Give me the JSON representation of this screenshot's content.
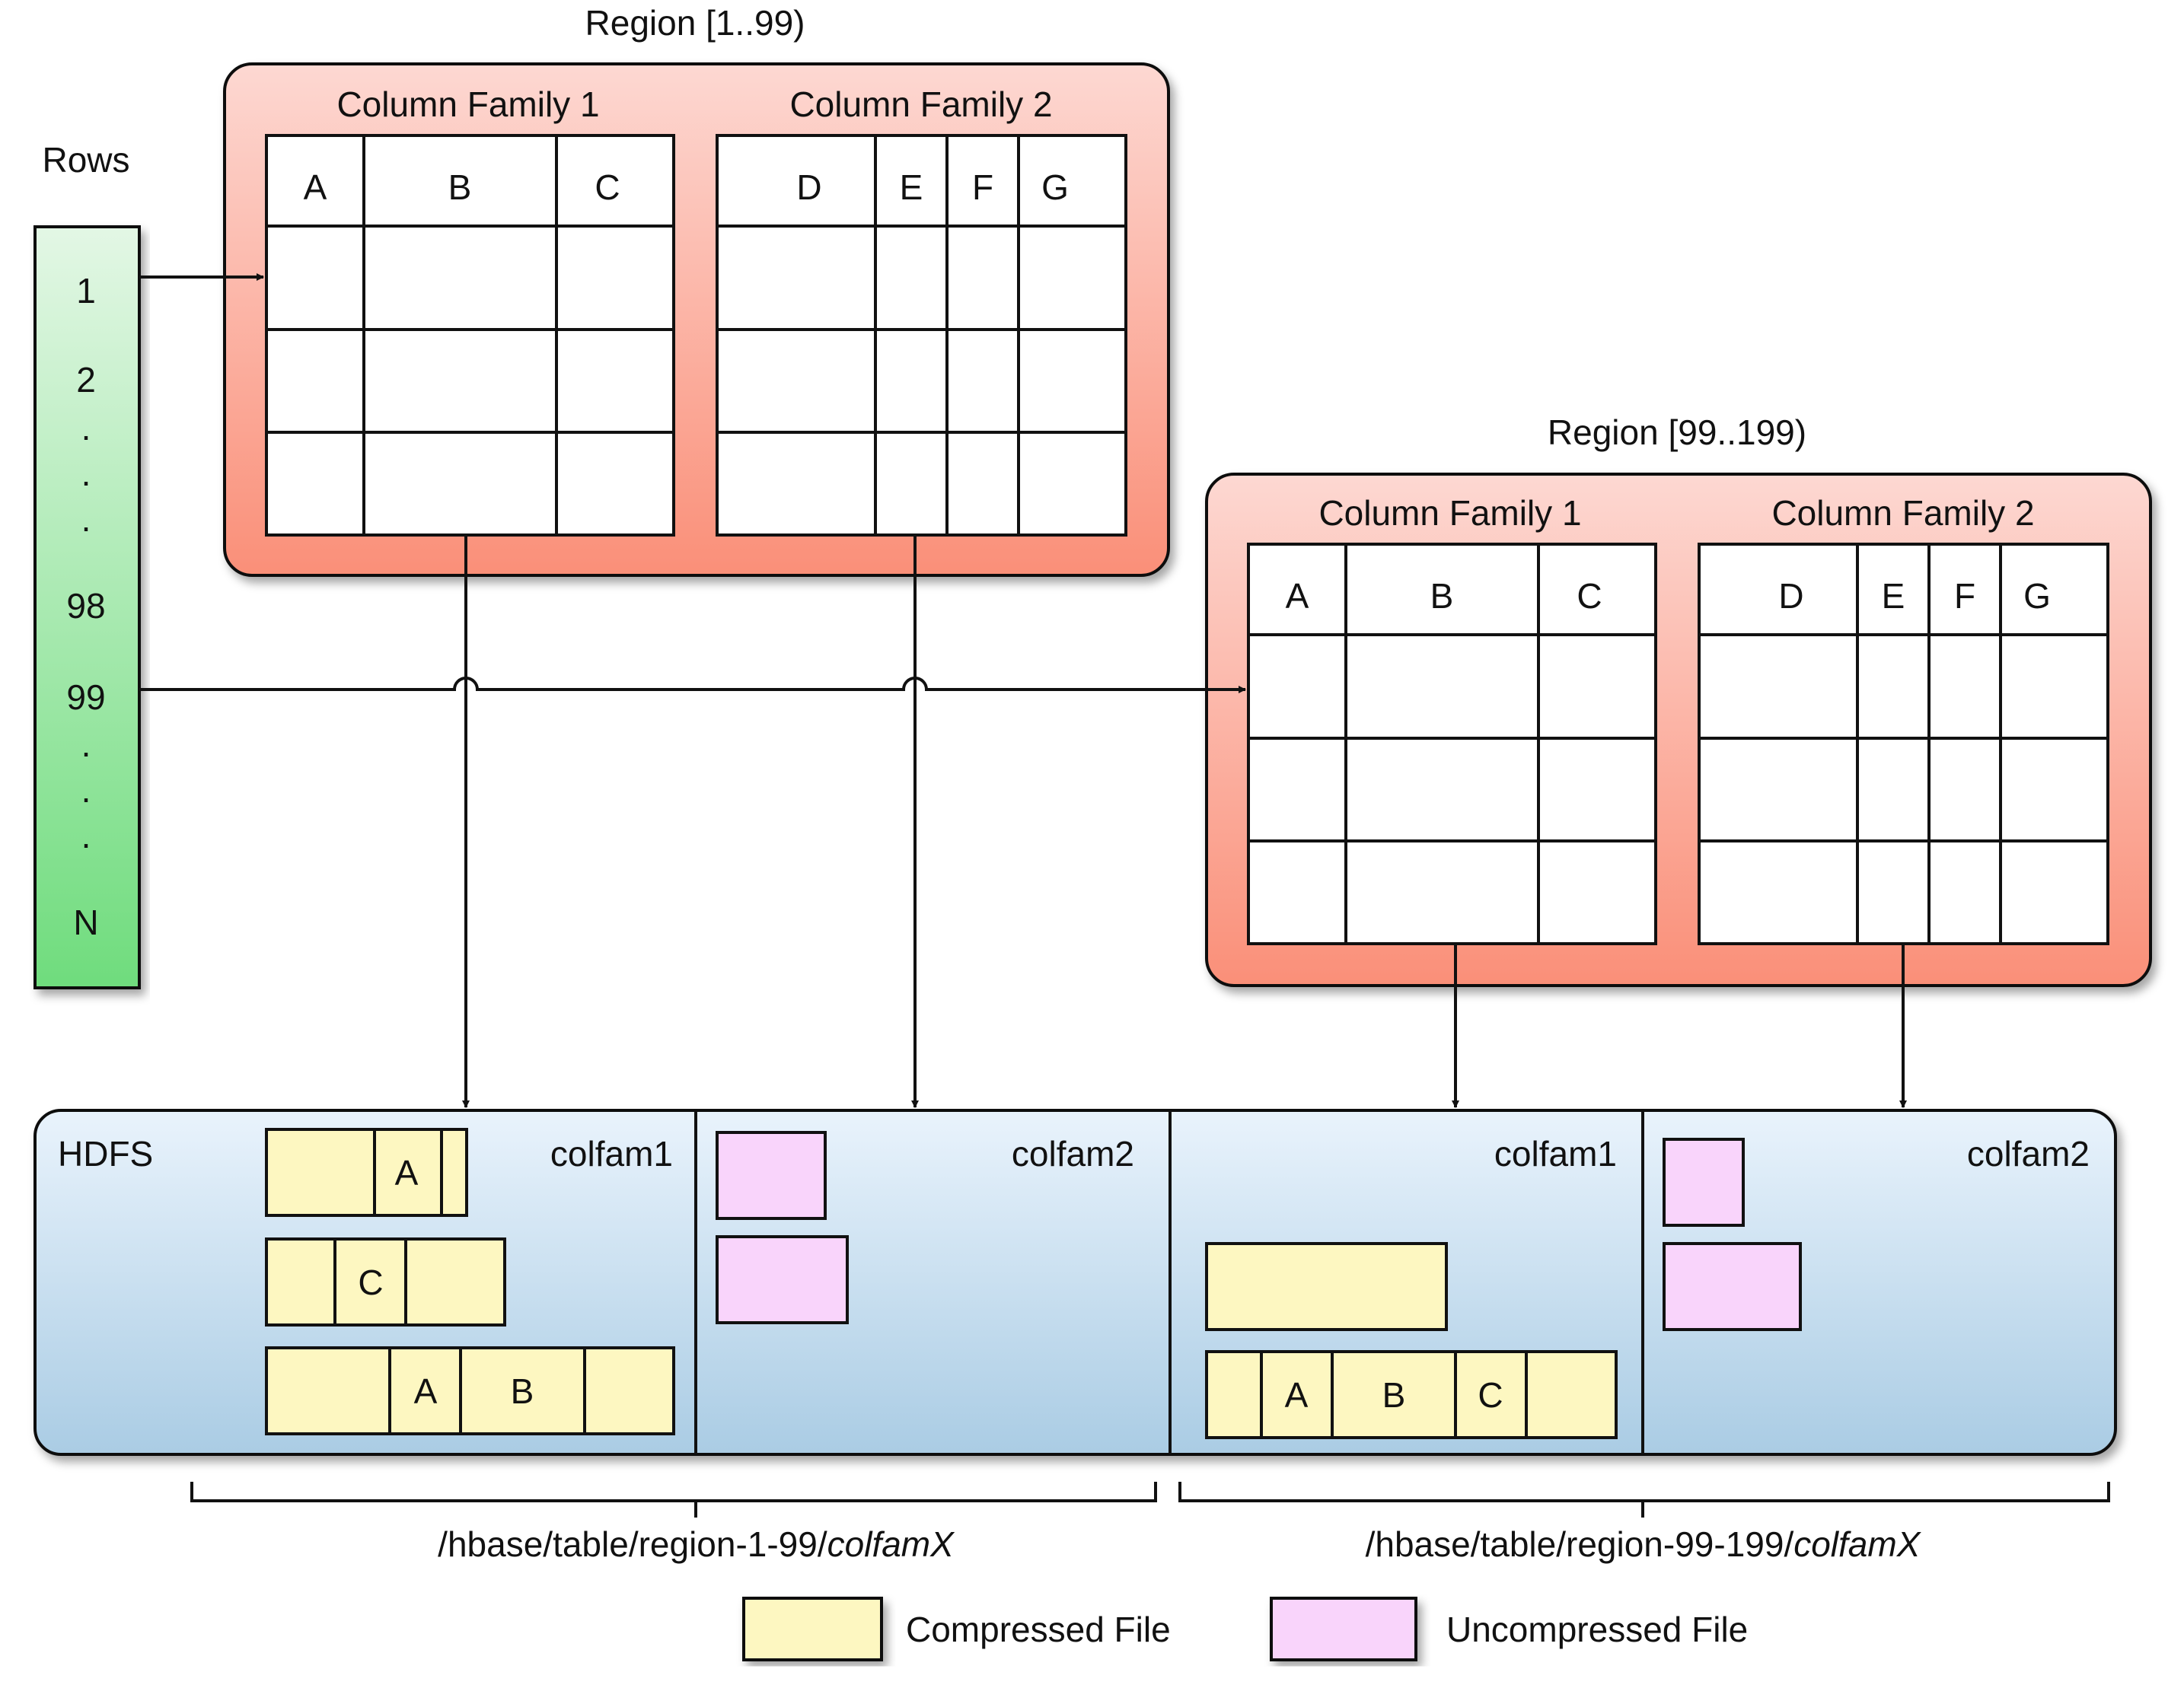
{
  "rows": {
    "title": "Rows",
    "labels": [
      "1",
      "2",
      ".",
      ".",
      ".",
      "98",
      "99",
      ".",
      ".",
      ".",
      "N"
    ]
  },
  "regions": [
    {
      "title": "Region [1..99)",
      "families": [
        {
          "name": "Column Family 1",
          "columns": [
            "A",
            "B",
            "C"
          ]
        },
        {
          "name": "Column Family 2",
          "columns": [
            "D",
            "E",
            "F",
            "G"
          ]
        }
      ]
    },
    {
      "title": "Region [99..199)",
      "families": [
        {
          "name": "Column Family 1",
          "columns": [
            "A",
            "B",
            "C"
          ]
        },
        {
          "name": "Column Family 2",
          "columns": [
            "D",
            "E",
            "F",
            "G"
          ]
        }
      ]
    }
  ],
  "hdfs": {
    "title": "HDFS",
    "sections": [
      "colfam1",
      "colfam2",
      "colfam1",
      "colfam2"
    ],
    "files": {
      "s1_f1": [
        "A"
      ],
      "s1_f2": [
        "C"
      ],
      "s1_f3": [
        "A",
        "B"
      ],
      "s3_f2": [
        "A",
        "B",
        "C"
      ]
    }
  },
  "paths": [
    {
      "prefix": "/hbase/table/region-1-99/",
      "suffix": "colfamX"
    },
    {
      "prefix": "/hbase/table/region-99-199/",
      "suffix": "colfamX"
    }
  ],
  "legend": {
    "compressed": "Compressed File",
    "uncompressed": "Uncompressed File"
  },
  "colors": {
    "region_top": "#fdd8d2",
    "region_bottom": "#fa8f78",
    "rows_top": "#e3f7e5",
    "rows_bottom": "#6fdc7d",
    "hdfs_top": "#e9f3fc",
    "hdfs_bottom": "#aacce4",
    "compressed": "#fdf7c1",
    "uncompressed": "#f9d4fb"
  }
}
